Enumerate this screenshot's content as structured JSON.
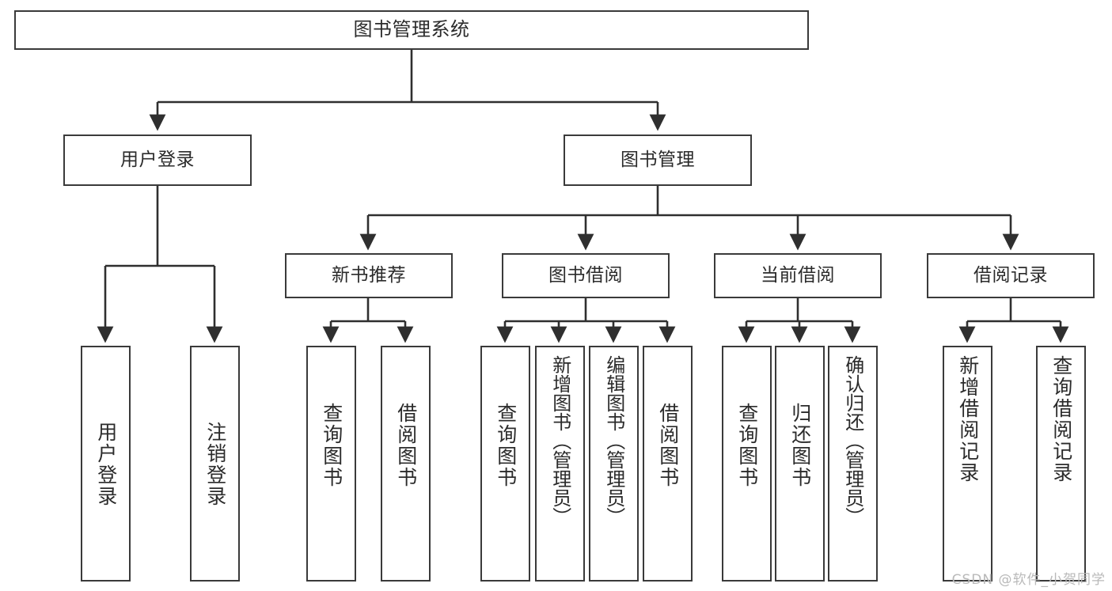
{
  "diagram": {
    "title": "图书管理系统",
    "type": "tree-hierarchy-diagram",
    "colors": {
      "box_border": "#3a3a3a",
      "box_fill": "#ffffff",
      "connector": "#2f2f2f",
      "text": "#2b2b2b",
      "watermark": "#b9b9b9"
    },
    "root": {
      "label": "图书管理系统"
    },
    "level1": [
      {
        "label": "用户登录"
      },
      {
        "label": "图书管理"
      }
    ],
    "level2": [
      {
        "label": "新书推荐"
      },
      {
        "label": "图书借阅"
      },
      {
        "label": "当前借阅"
      },
      {
        "label": "借阅记录"
      }
    ],
    "leaves": [
      {
        "label": "用户登录",
        "parent": "用户登录"
      },
      {
        "label": "注销登录",
        "parent": "用户登录"
      },
      {
        "label": "查询图书",
        "parent": "新书推荐"
      },
      {
        "label": "借阅图书",
        "parent": "新书推荐"
      },
      {
        "label": "查询图书",
        "parent": "图书借阅"
      },
      {
        "label": "新增图书（管理员）",
        "parent": "图书借阅"
      },
      {
        "label": "编辑图书（管理员）",
        "parent": "图书借阅"
      },
      {
        "label": "借阅图书",
        "parent": "图书借阅"
      },
      {
        "label": "查询图书",
        "parent": "当前借阅"
      },
      {
        "label": "归还图书",
        "parent": "当前借阅"
      },
      {
        "label": "确认归还（管理员）",
        "parent": "当前借阅"
      },
      {
        "label": "新增借阅记录",
        "parent": "借阅记录"
      },
      {
        "label": "查询借阅记录",
        "parent": "借阅记录"
      }
    ]
  },
  "watermark": {
    "text": "CSDN @软件_小贺同学"
  }
}
